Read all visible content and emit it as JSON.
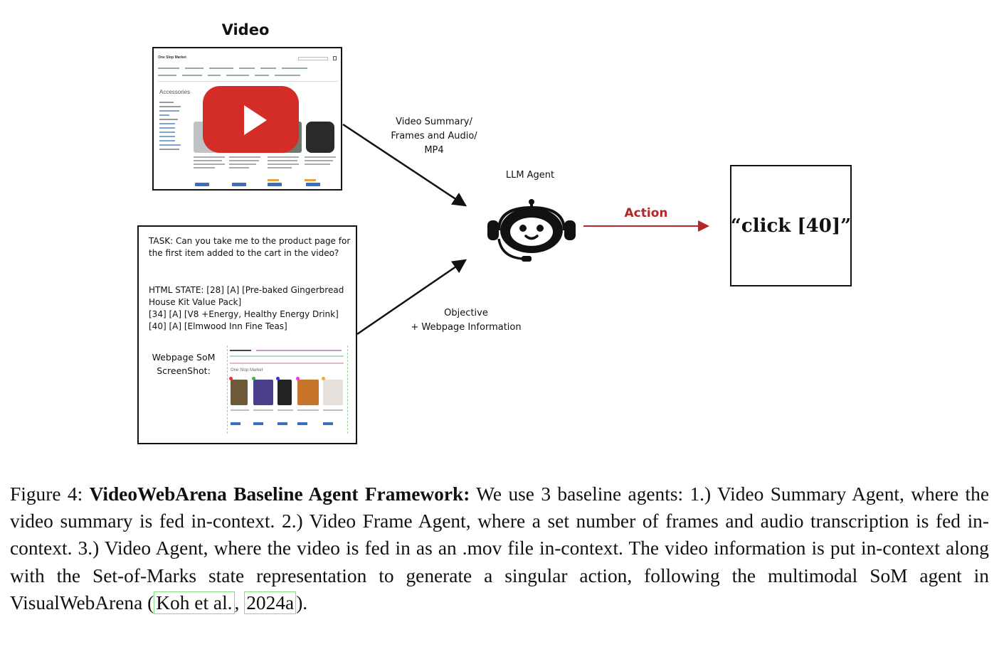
{
  "figure": {
    "video_title": "Video",
    "video_thumbnail": {
      "store_name": "One Stop Market",
      "category_heading": "Accessories",
      "icon": "youtube-play-icon"
    },
    "task_box": {
      "task_question": "TASK: Can you take me to the product page for the first item added to the cart in the video?",
      "html_state": "HTML STATE: [28] [A] [Pre-baked Gingerbread House Kit Value Pack]\n[34] [A] [V8 +Energy, Healthy Energy Drink]\n[40] [A] [Elmwood Inn Fine Teas]",
      "som_label": "Webpage SoM ScreenShot:",
      "som_store_name": "One Stop Market"
    },
    "video_summary_label": "Video Summary/\nFrames and Audio/\nMP4",
    "objective_label": "Objective\n+ Webpage Information",
    "llm_agent_label": "LLM Agent",
    "agent_icon": "robot-headset-icon",
    "action_label": "Action",
    "output_action": "“click [40]”",
    "colors": {
      "action": "#b3262a",
      "youtube": "#d42d27"
    }
  },
  "caption": {
    "label": "Figure 4:",
    "title": "VideoWebArena Baseline Agent Framework:",
    "body": "We use 3 baseline agents: 1.) Video Summary Agent, where the video summary is fed in-context. 2.) Video Frame Agent, where a set number of frames and audio transcription is fed in-context. 3.) Video Agent, where the video is fed in as an .mov file in-context. The video information is put in-context along with the Set-of-Marks state representation to generate a singular action, following the multimodal SoM agent in VisualWebArena",
    "cite_open": "(",
    "cite_author": "Koh et al.",
    "cite_sep": ", ",
    "cite_year": "2024a",
    "cite_close": ")."
  }
}
